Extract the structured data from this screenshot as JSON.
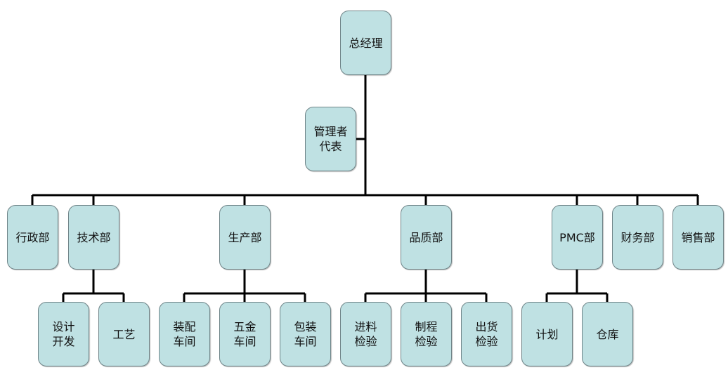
{
  "org_chart": {
    "general_manager": "总经理",
    "management_rep": [
      "管理者",
      "代表"
    ],
    "departments": {
      "admin": "行政部",
      "tech": "技术部",
      "production": "生产部",
      "quality": "品质部",
      "pmc": "PMC部",
      "finance": "财务部",
      "sales": "销售部"
    },
    "units": {
      "design": [
        "设计",
        "开发"
      ],
      "craft": "工艺",
      "assembly": [
        "装配",
        "车间"
      ],
      "metal": [
        "五金",
        "车间"
      ],
      "packing": [
        "包装",
        "车间"
      ],
      "iqc": [
        "进料",
        "检验"
      ],
      "ipqc": [
        "制程",
        "检验"
      ],
      "oqc": [
        "出货",
        "检验"
      ],
      "plan": "计划",
      "warehouse": "仓库"
    }
  },
  "colors": {
    "node_fill": "#bfe1e3",
    "node_border": "#6f8488",
    "connector": "#000000"
  }
}
